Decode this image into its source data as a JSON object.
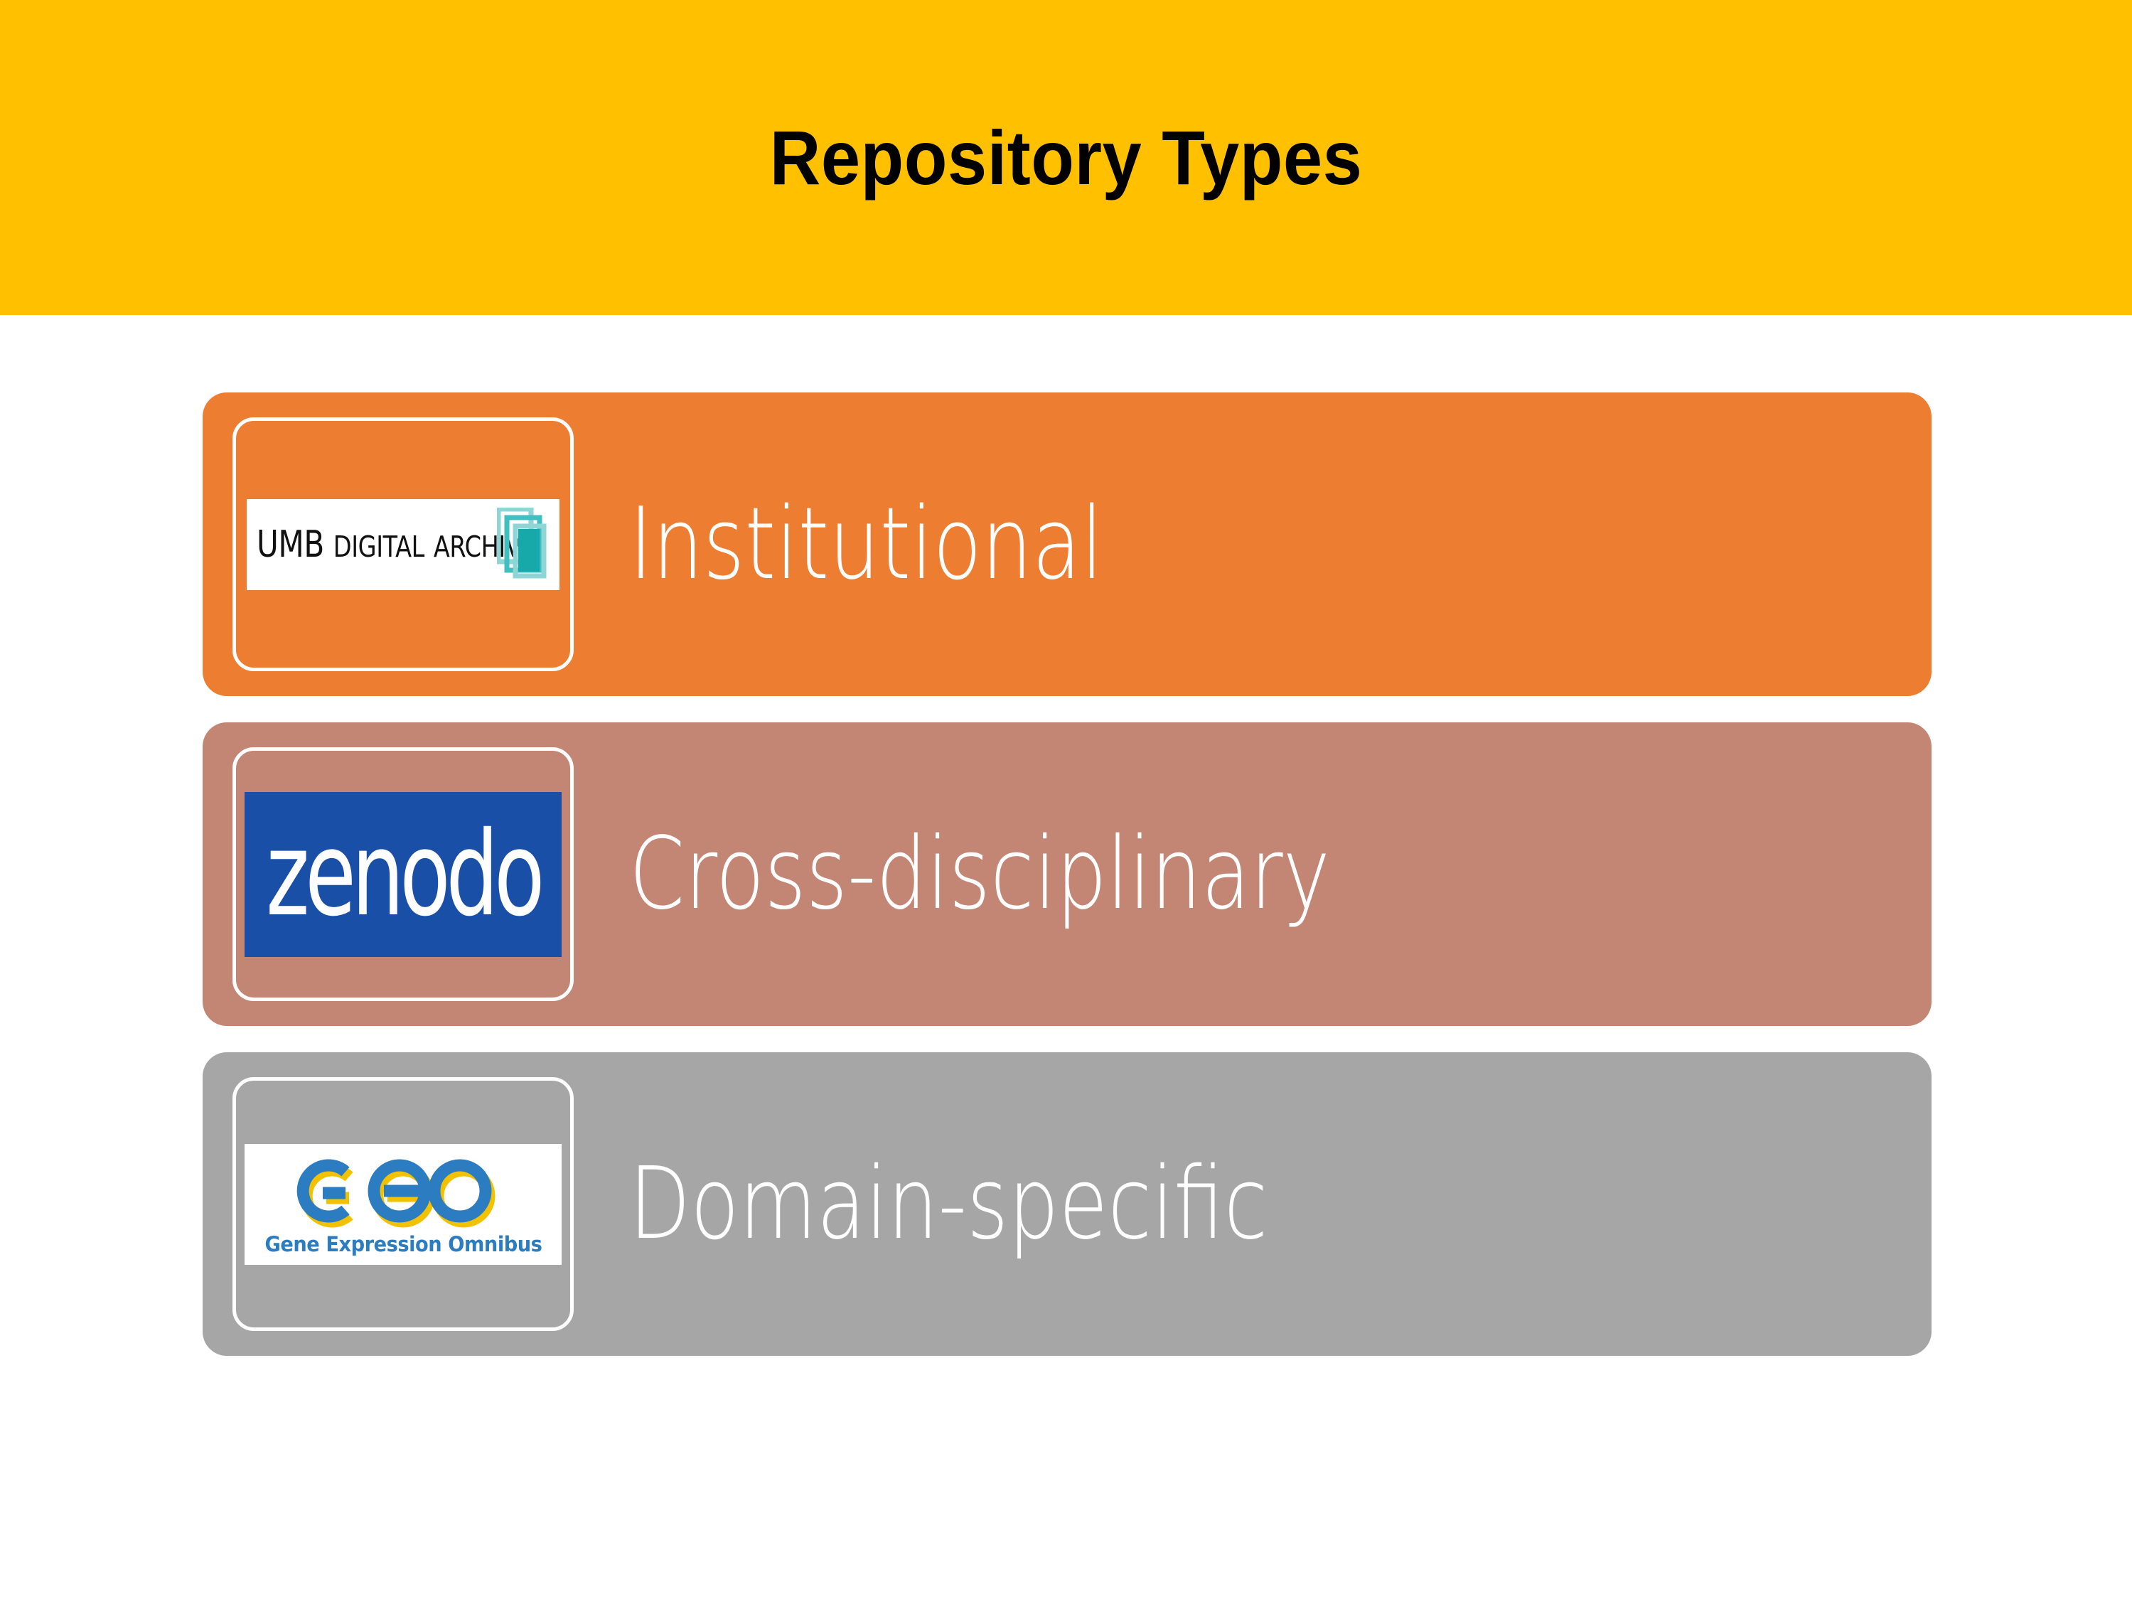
{
  "slide": {
    "title": "Repository Types",
    "title_band_color": "#FFC000",
    "background_color": "#FFFFFF"
  },
  "rows": [
    {
      "label": "Institutional",
      "row_color": "#ED7D31",
      "label_color": "#FFFFFF",
      "logo": {
        "name": "umb-digital-archive-logo",
        "wordmark_primary": "UMB",
        "wordmark_secondary": "D",
        "wordmark_secondary_rest": "IGITAL",
        "wordmark_tertiary": "A",
        "wordmark_tertiary_rest": "RCHIVE",
        "full_text": "UMB Digital Archive",
        "background_color": "#FFFFFF",
        "text_color": "#111111",
        "mark_colors": [
          "#8FD5D5",
          "#3FBFBF",
          "#17A9A9"
        ],
        "mark_name": "stacked-rectangles-icon"
      }
    },
    {
      "label": "Cross-disciplinary",
      "row_color": "#C38574",
      "label_color": "#FFFFFF",
      "logo": {
        "name": "zenodo-logo",
        "full_text": "zenodo",
        "background_color": "#1A4FA8",
        "text_color": "#FFFFFF"
      }
    },
    {
      "label": "Domain-specific",
      "row_color": "#A6A6A6",
      "label_color": "#FFFFFF",
      "logo": {
        "name": "geo-logo",
        "full_text": "GEO",
        "subtitle": "Gene Expression Omnibus",
        "background_color": "#FFFFFF",
        "mark_colors": [
          "#2B7CC0",
          "#1E6AAE",
          "#F2C200"
        ],
        "subtitle_color": "#2B7CC0"
      }
    }
  ]
}
